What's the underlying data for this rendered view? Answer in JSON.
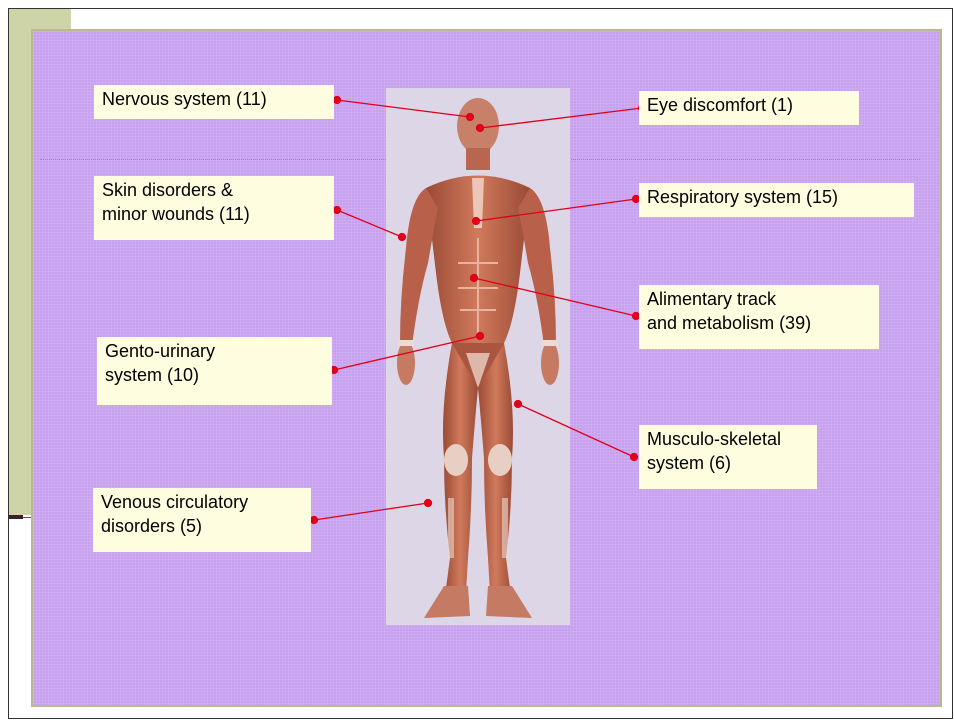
{
  "labels": {
    "nervous": "Nervous system (11)",
    "eye": "Eye discomfort  (1)",
    "skin_line1": "Skin disorders &",
    "skin_line2": "minor wounds (11)",
    "respiratory": "Respiratory system (15)",
    "alimentary_line1": "Alimentary track",
    "alimentary_line2": "and metabolism (39)",
    "gento_line1": "Gento-urinary",
    "gento_line2": "system (10)",
    "musculo_line1": "Musculo-skeletal",
    "musculo_line2": "system (6)",
    "venous_line1": "Venous circulatory",
    "venous_line2": "disorders  (5)"
  },
  "colors": {
    "background": "#c7a0ee",
    "label_bg": "#fefde0",
    "leader_line": "#e0001a",
    "figure_bg": "#ddd6e6",
    "muscle": "#c0664a"
  }
}
